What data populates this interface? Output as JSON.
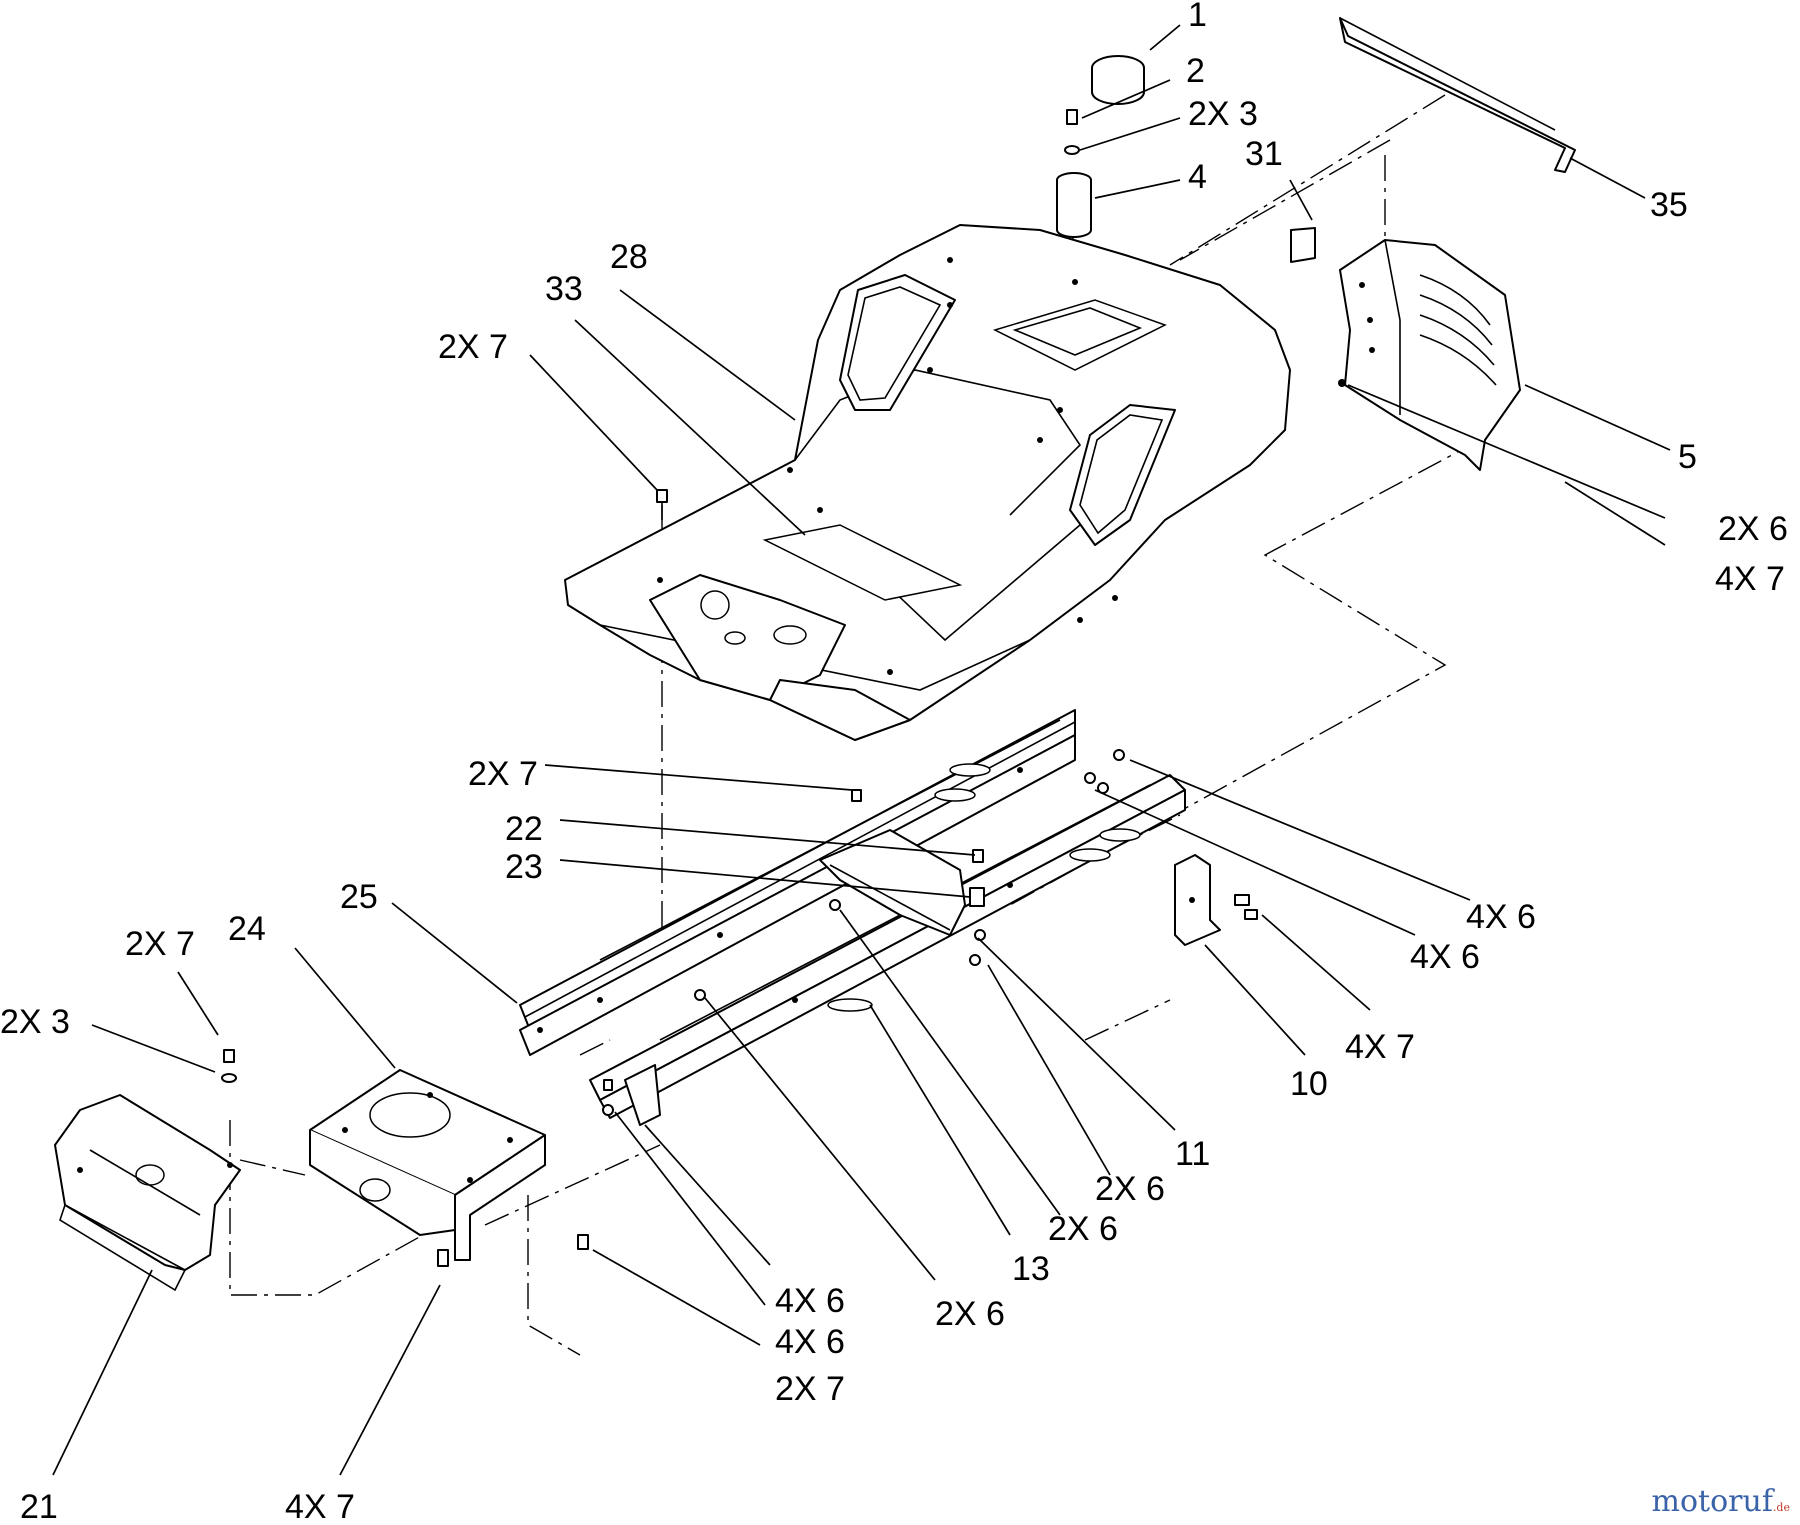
{
  "callouts": [
    "1",
    "2",
    "2X 3",
    "4",
    "31",
    "35",
    "28",
    "33",
    "2X 7",
    "5",
    "2X 6",
    "4X 7",
    "2X 7",
    "22",
    "23",
    "25",
    "4X 6",
    "4X 6",
    "4X 7",
    "10",
    "2X 7",
    "24",
    "2X 3",
    "11",
    "2X 6",
    "2X 6",
    "13",
    "2X 6",
    "4X 6",
    "4X 6",
    "2X 7",
    "21",
    "4X 7"
  ],
  "watermark": {
    "brand": "motoruf",
    "ext": ".de",
    "color": "#3a62a8",
    "ext_color": "#c0392b"
  }
}
